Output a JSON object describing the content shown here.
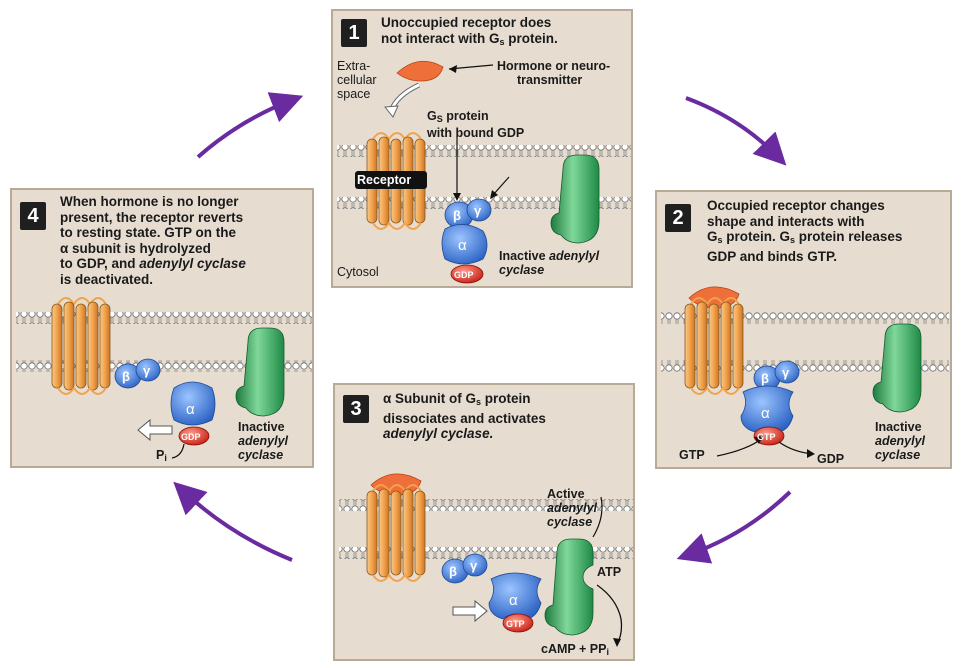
{
  "panels": {
    "p1": {
      "number": "1",
      "caption_1": "Unoccupied receptor does",
      "caption_2a": "not interact with G",
      "caption_2sub": "s",
      "caption_2b": " protein.",
      "hormone_1": "Hormone or neuro-",
      "hormone_2": "transmitter",
      "extra_1": "Extra-",
      "extra_2": "cellular",
      "extra_3": "space",
      "gs_1a": "G",
      "gs_1sub": "S",
      "gs_1b": " protein",
      "gs_2": "with bound GDP",
      "receptor_label": "Receptor",
      "cytosol": "Cytosol",
      "inactive_1": "Inactive ",
      "inactive_1i": "adenylyl",
      "inactive_2": "cyclase"
    },
    "p2": {
      "number": "2",
      "caption_1": "Occupied receptor changes",
      "caption_2": "shape and interacts with",
      "caption_3a": "G",
      "caption_3sub": "s",
      "caption_3b": " protein. G",
      "caption_3sub2": "s",
      "caption_3c": " protein releases",
      "caption_4": "GDP and binds GTP.",
      "gtp": "GTP",
      "gdp": "GDP",
      "inactive_1": "Inactive",
      "inactive_2": "adenylyl",
      "inactive_3": "cyclase"
    },
    "p3": {
      "number": "3",
      "caption_1a": "α Subunit of G",
      "caption_1sub": "s",
      "caption_1b": " protein",
      "caption_2": "dissociates and activates",
      "caption_3": "adenylyl cyclase.",
      "active_1": "Active",
      "active_2": "adenylyl",
      "active_3": "cyclase",
      "atp": "ATP",
      "camp": "cAMP + PP",
      "camp_sub": "i"
    },
    "p4": {
      "number": "4",
      "caption_1": "When hormone is no longer",
      "caption_2": "present, the receptor reverts",
      "caption_3": "to resting state. GTP on the",
      "caption_4": "α subunit is hydrolyzed",
      "caption_5a": "to GDP, and ",
      "caption_5i": "adenylyl cyclase",
      "caption_6": "is deactivated.",
      "pi": "P",
      "pi_sub": "i",
      "inactive_1": "Inactive",
      "inactive_2": "adenylyl",
      "inactive_3": "cyclase"
    }
  },
  "glyphs": {
    "alpha": "α",
    "beta": "β",
    "gamma": "γ",
    "gdp": "GDP",
    "gtp": "GTP"
  },
  "colors": {
    "panel_bg": "#e6ddd0",
    "receptor": "#f4a64a",
    "gprotein": "#3f78d6",
    "gdp": "#e0352b",
    "cyclase": "#2e9d52",
    "hormone": "#ef6f3a",
    "cycle_arrow": "#6a2aa0"
  }
}
